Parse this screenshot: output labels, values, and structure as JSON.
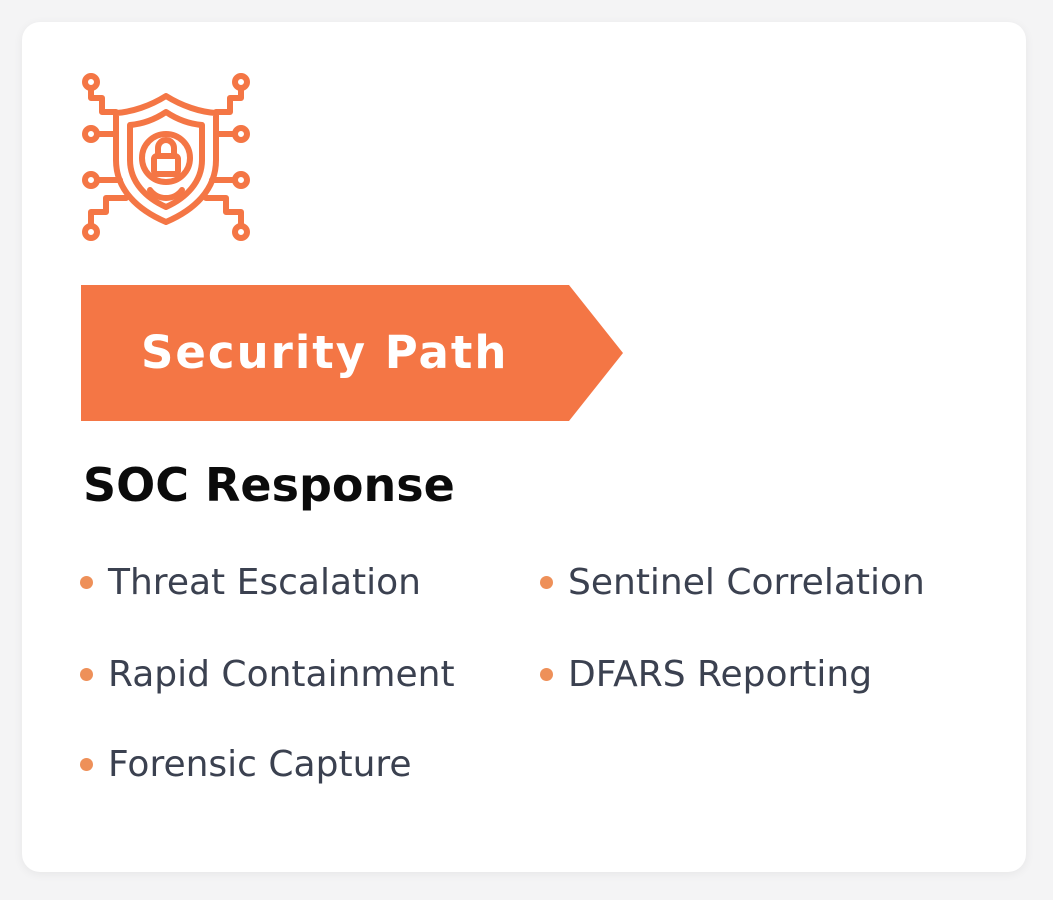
{
  "card": {
    "icon": "shield-circuit-lock-icon",
    "accent_color": "#f47645",
    "path_label": "Security Path",
    "title": "SOC Response",
    "features": [
      {
        "label": "Threat Escalation",
        "icon": "bullet-dot-icon"
      },
      {
        "label": "Sentinel Correlation",
        "icon": "bullet-dot-icon"
      },
      {
        "label": "Rapid Containment",
        "icon": "bullet-dot-icon"
      },
      {
        "label": "DFARS Reporting",
        "icon": "bullet-dot-icon"
      },
      {
        "label": "Forensic Capture",
        "icon": "bullet-dot-icon"
      }
    ]
  }
}
